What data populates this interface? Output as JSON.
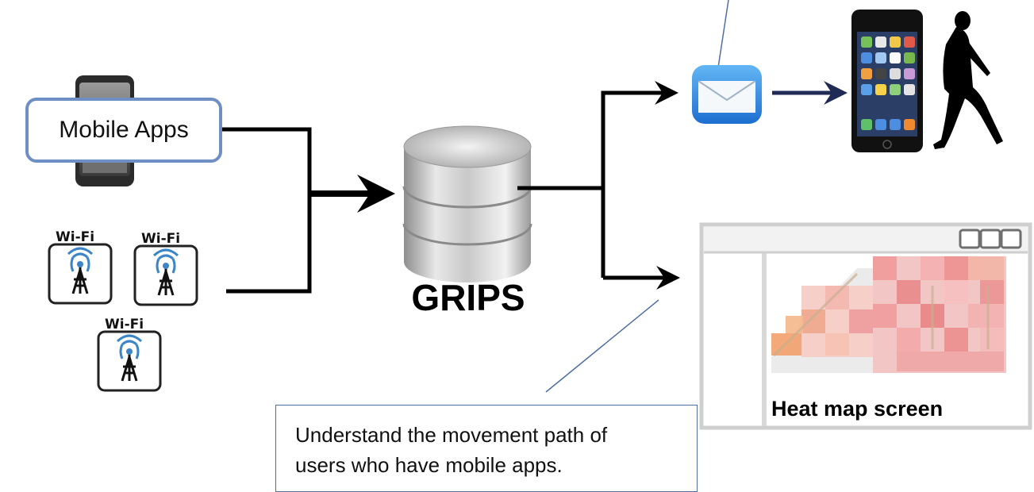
{
  "sources": {
    "mobile_apps_label": "Mobile Apps",
    "wifi_label": "Wi-Fi"
  },
  "server": {
    "label": "GRIPS"
  },
  "outputs": {
    "heatmap_label": "Heat map screen"
  },
  "callout": {
    "text_line1": "Understand the movement path of",
    "text_line2": "users who have mobile apps."
  },
  "colors": {
    "box_border": "#6f8fc4",
    "callout_border": "#4f6ea5",
    "arrow": "#000000",
    "navy_arrow": "#1f2a55",
    "heatmap_warm": "#e88a8a",
    "heatmap_orange": "#f0a070",
    "mail_blue": "#2f8ee0"
  },
  "icons": [
    "smartphone-icon",
    "wifi-tower-icon",
    "database-icon",
    "mail-icon",
    "iphone-icon",
    "walking-person-icon",
    "window-icon"
  ]
}
